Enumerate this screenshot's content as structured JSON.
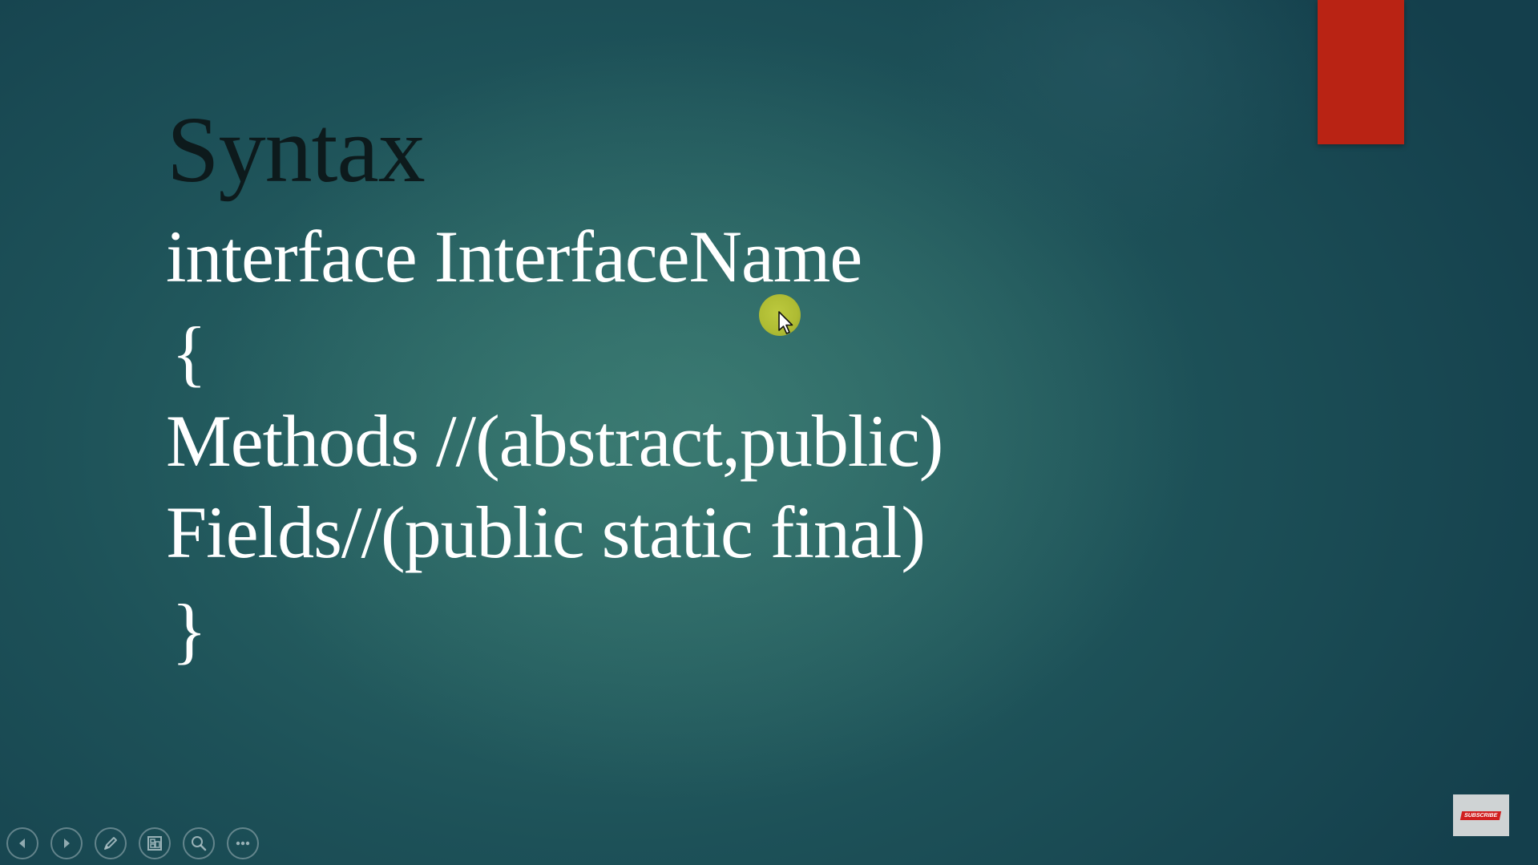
{
  "slide": {
    "title": "Syntax",
    "lines": [
      "interface InterfaceName",
      "{",
      "Methods //(abstract,public)",
      "Fields//(public static final)",
      "}"
    ]
  },
  "colors": {
    "accent_bar": "#b92314",
    "title_text": "#0d1a1c",
    "body_text": "#ffffff",
    "pointer_highlight": "#c9d13a"
  },
  "toolbar": {
    "icons": [
      "previous-icon",
      "next-icon",
      "pen-icon",
      "slides-grid-icon",
      "zoom-icon",
      "more-icon"
    ]
  },
  "badge": {
    "label": "SUBSCRIBE"
  }
}
